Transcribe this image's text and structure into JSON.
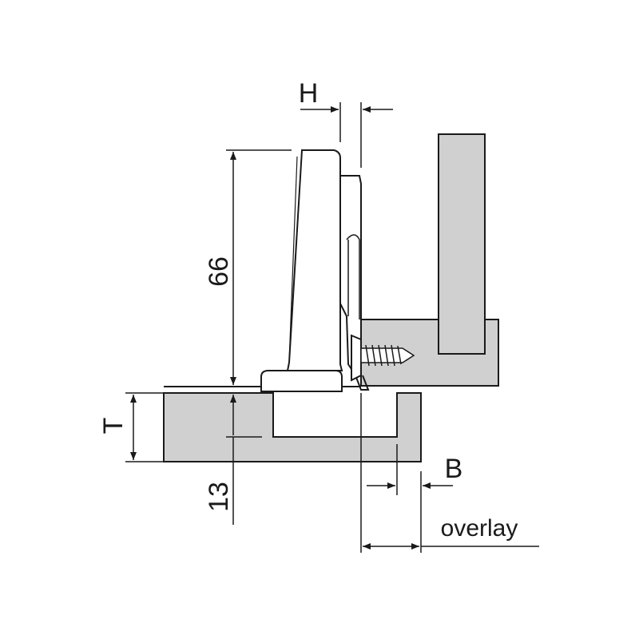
{
  "labels": {
    "h": "H",
    "dim_66": "66",
    "t": "T",
    "dim_13": "13",
    "b": "B",
    "overlay": "overlay"
  },
  "colors": {
    "line": "#1a1a1a",
    "panel_fill": "#d0d0d0",
    "background": "#ffffff"
  }
}
